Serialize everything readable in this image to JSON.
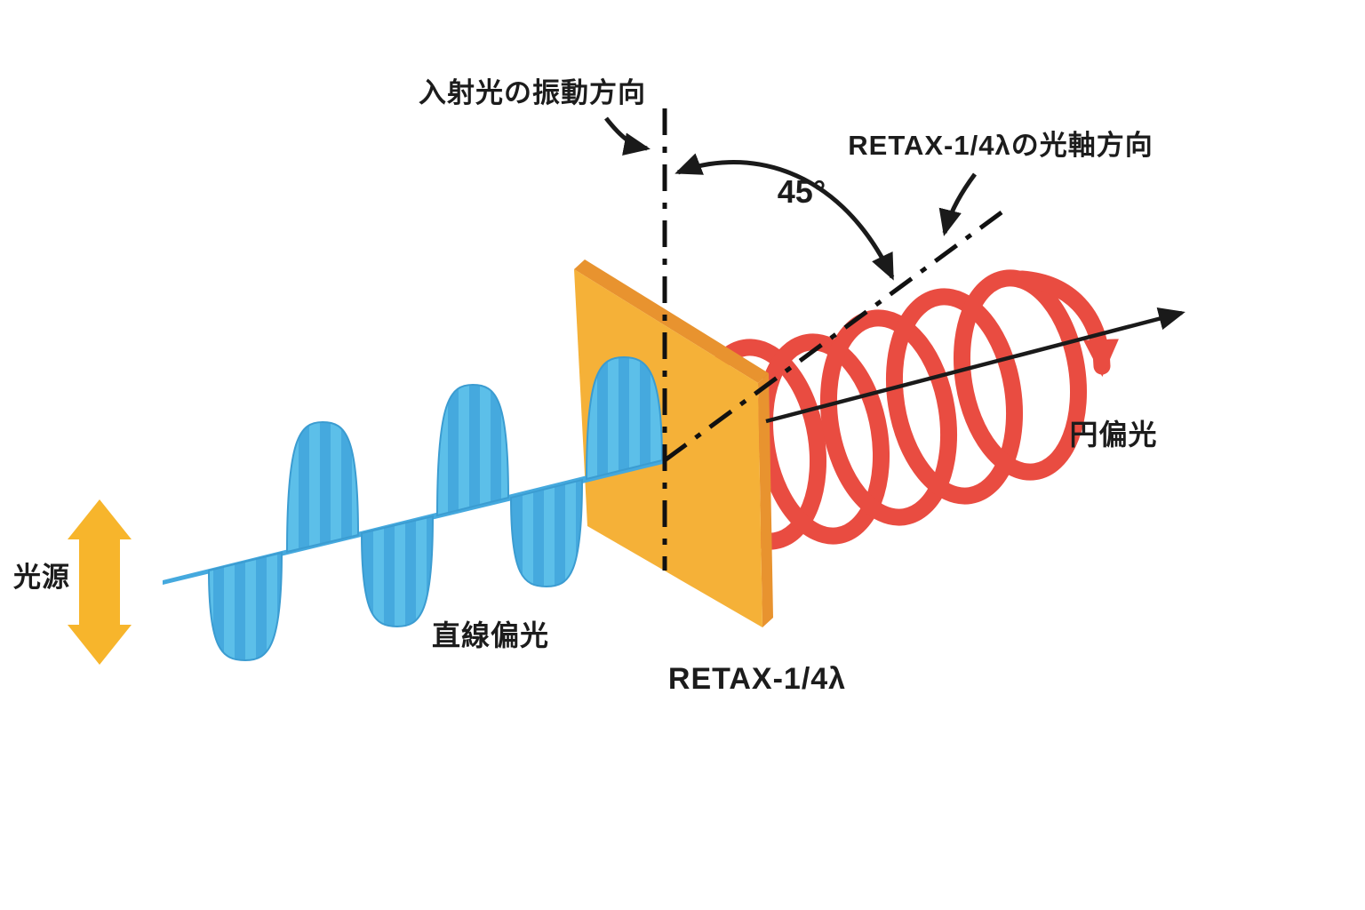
{
  "title": "quarter-wave-plate polarization diagram",
  "labels": {
    "incident_direction": "入射光の振動方向",
    "optical_axis_direction": "RETAX-1/4λの光軸方向",
    "angle": "45°",
    "light_source": "光源",
    "linear_polarization": "直線偏光",
    "circular_polarization": "円偏光",
    "waveplate_name": "RETAX-1/4λ"
  },
  "colors": {
    "wave_blue": "#45A9DE",
    "wave_stripe": "#5CBFE9",
    "spiral_red": "#E94C41",
    "plate_front": "#F5B138",
    "plate_side": "#E8932F",
    "arrow_yellow": "#F7B52C",
    "ink": "#1A1A1A"
  },
  "diagram": {
    "type": "optics-polarization",
    "flow": [
      "light_source",
      "linear_polarization",
      "waveplate",
      "circular_polarization"
    ],
    "angle_between_axes_deg": 45,
    "wave_lobes": 6,
    "helix_loops": 4
  }
}
